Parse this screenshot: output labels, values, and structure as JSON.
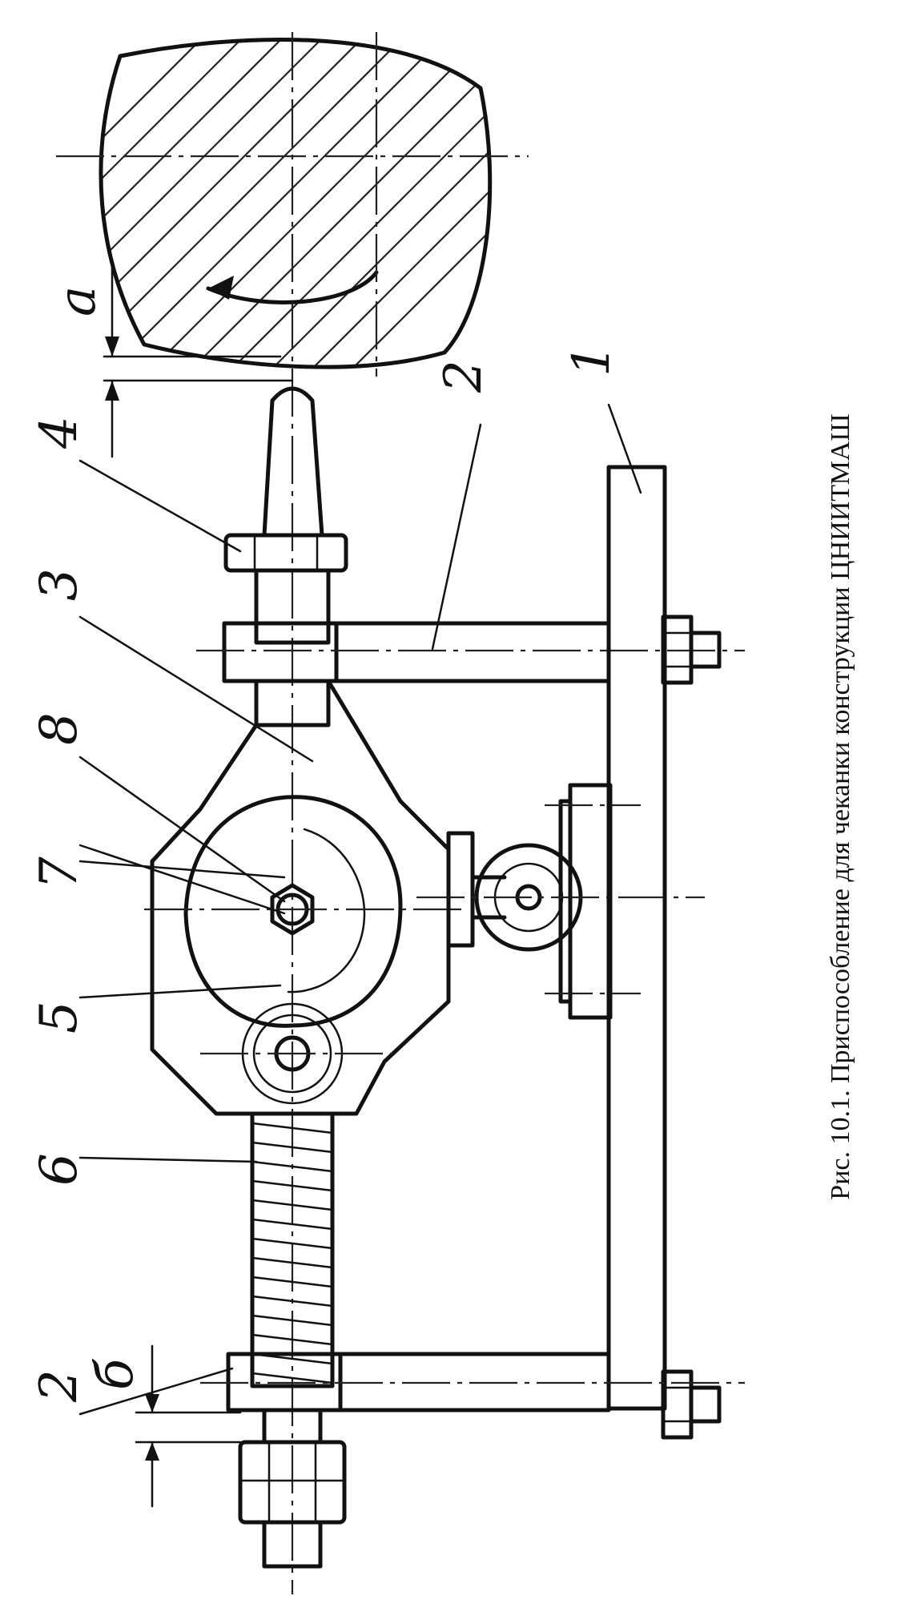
{
  "caption": "Рис. 10.1. Приспособление для чеканки конструкции ЦНИИТМАШ",
  "labels": {
    "base": "1",
    "stand_right": "2",
    "stand_left": "2",
    "body": "3",
    "nut_4": "4",
    "roller": "5",
    "spring": "6",
    "cam": "7",
    "axle": "8",
    "dim_a": "а",
    "dim_b": "б"
  }
}
